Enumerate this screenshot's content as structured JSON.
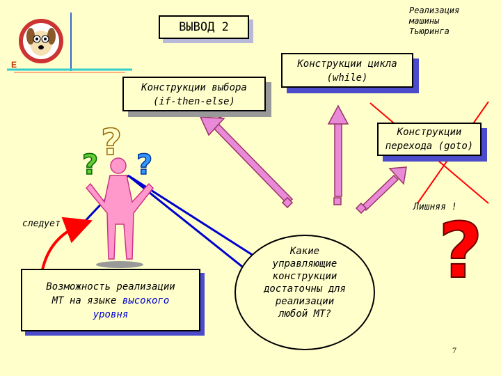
{
  "title": "ВЫВОД 2",
  "impl_note": [
    "Реализация",
    "машины",
    "Тьюринга"
  ],
  "boxes": {
    "while": [
      "Конструкции цикла",
      "(while)"
    ],
    "ifthen": [
      "Конструкции выбора",
      "(if-then-else)"
    ],
    "goto": [
      "Конструкции",
      "перехода (goto)"
    ]
  },
  "extra_note": "Лишняя !",
  "follows_note": "следует",
  "high_level": {
    "line1": "Возможность реализации",
    "line2a": "МТ на языке",
    "line2b": "высокого",
    "line3": "уровня"
  },
  "question": [
    "Какие",
    "управляющие",
    "конструкции",
    "достаточны для",
    "реализации",
    "любой МТ?"
  ],
  "page_number": "7",
  "logo_letter": "E",
  "colors": {
    "background": "#ffffcc",
    "figure_pink": "#ff99cc",
    "arrow_pink": "#e88ad8",
    "accent_blue": "#0000cc",
    "question_red": "#ff0000",
    "cross_red": "#ff0000"
  }
}
